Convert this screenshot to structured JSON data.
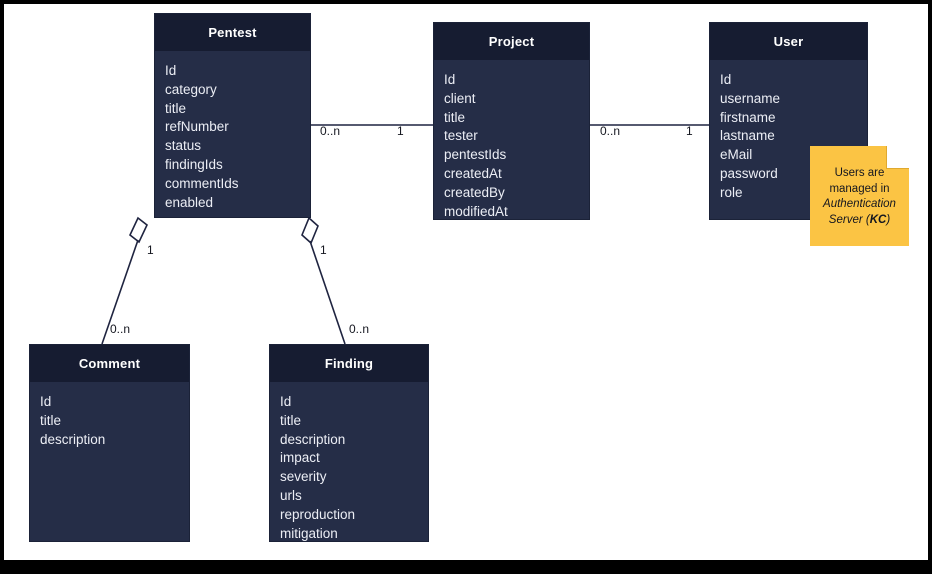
{
  "diagram": {
    "title": "Domain model class diagram",
    "background": "#ffffff",
    "frame_color": "#000000",
    "class_header_color": "#161c31",
    "class_body_color": "#252d47",
    "class_text_color": "#eceef5",
    "connector_color": "#1f2440",
    "note_color": "#fbc444"
  },
  "classes": [
    {
      "id": "pentest",
      "name": "Pentest",
      "attributes": [
        "Id",
        "category",
        "title",
        "refNumber",
        "status",
        "findingIds",
        "commentIds",
        "enabled"
      ]
    },
    {
      "id": "project",
      "name": "Project",
      "attributes": [
        "Id",
        "client",
        "title",
        "tester",
        "pentestIds",
        "createdAt",
        "createdBy",
        "modifiedAt"
      ]
    },
    {
      "id": "user",
      "name": "User",
      "attributes": [
        "Id",
        "username",
        "firstname",
        "lastname",
        "eMail",
        "password",
        "role"
      ]
    },
    {
      "id": "comment",
      "name": "Comment",
      "attributes": [
        "Id",
        "title",
        "description"
      ]
    },
    {
      "id": "finding",
      "name": "Finding",
      "attributes": [
        "Id",
        "title",
        "description",
        "impact",
        "severity",
        "urls",
        "reproduction",
        "mitigation"
      ]
    }
  ],
  "relations": [
    {
      "id": "pentest-project",
      "from": "pentest",
      "to": "project",
      "source_multiplicity": "0..n",
      "target_multiplicity": "1",
      "marker": "aggregation-diamond-at-project"
    },
    {
      "id": "project-user",
      "from": "project",
      "to": "user",
      "source_multiplicity": "0..n",
      "target_multiplicity": "1",
      "marker": "none"
    },
    {
      "id": "pentest-comment",
      "from": "pentest",
      "to": "comment",
      "source_multiplicity": "1",
      "target_multiplicity": "0..n",
      "marker": "aggregation-diamond-at-pentest"
    },
    {
      "id": "pentest-finding",
      "from": "pentest",
      "to": "finding",
      "source_multiplicity": "1",
      "target_multiplicity": "0..n",
      "marker": "aggregation-diamond-at-pentest"
    }
  ],
  "note": {
    "line1": "Users are",
    "line2": "managed in",
    "line3_italic": "Authentication",
    "line4_italic_prefix": "Server (",
    "line4_bold": "KC",
    "line4_suffix": ")"
  }
}
